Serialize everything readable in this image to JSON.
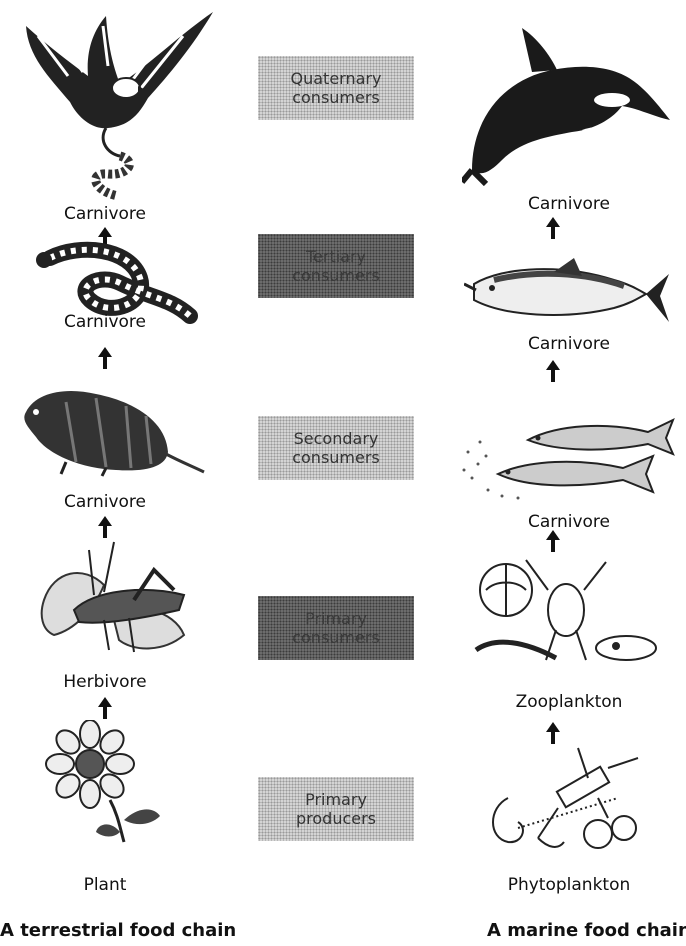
{
  "levels": [
    {
      "label": "Quaternary\nconsumers",
      "shade": "light"
    },
    {
      "label": "Tertiary\nconsumers",
      "shade": "dark"
    },
    {
      "label": "Secondary\nconsumers",
      "shade": "light"
    },
    {
      "label": "Primary\nconsumers",
      "shade": "dark"
    },
    {
      "label": "Primary\nproducers",
      "shade": "light"
    }
  ],
  "terrestrial": {
    "title": "A terrestrial food chain",
    "labels": [
      "Carnivore",
      "Carnivore",
      "Carnivore",
      "Herbivore",
      "Plant"
    ]
  },
  "marine": {
    "title": "A marine food chain",
    "labels": [
      "Carnivore",
      "Carnivore",
      "Carnivore",
      "Zooplankton",
      "Phytoplankton"
    ]
  },
  "colors": {
    "light_box": "#d4d4d4",
    "dark_box": "#6f6f6f",
    "ink": "#111111"
  }
}
